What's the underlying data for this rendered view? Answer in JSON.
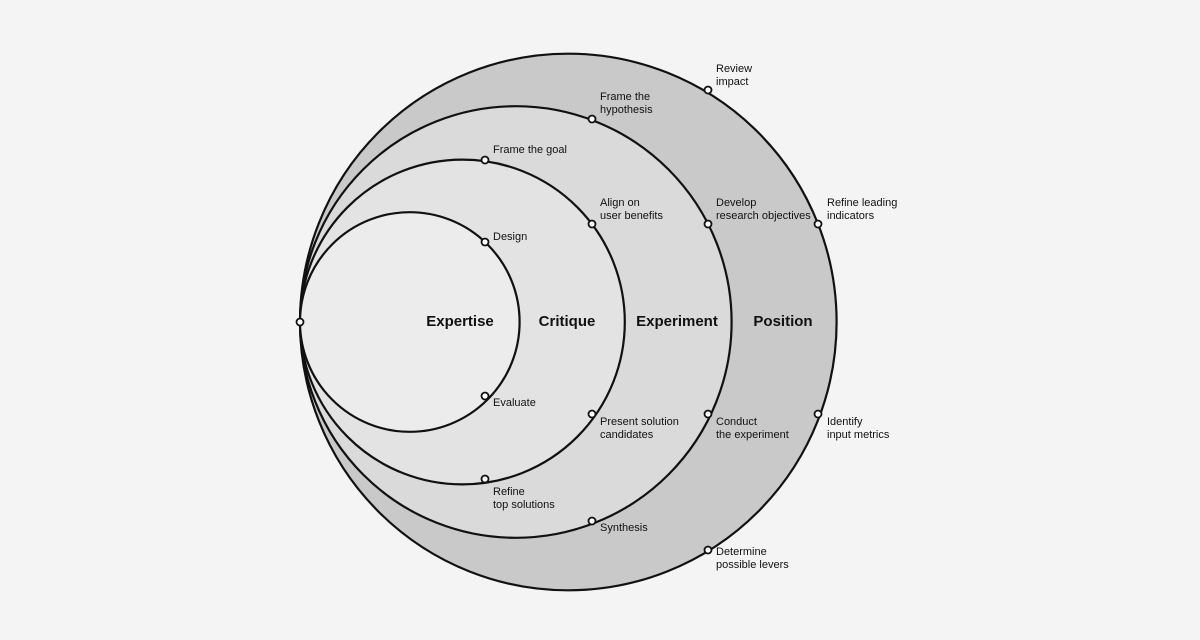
{
  "colors": {
    "background": "#f4f4f4",
    "position_fill": "#c9c9c9",
    "experiment_fill": "#dadada",
    "critique_fill": "#e3e3e3",
    "expertise_fill": "#ececec",
    "stroke": "#111111"
  },
  "rings": {
    "expertise": "Expertise",
    "critique": "Critique",
    "experiment": "Experiment",
    "position": "Position"
  },
  "steps": {
    "review_impact": [
      "Review",
      "impact"
    ],
    "frame_hypothesis": [
      "Frame the",
      "hypothesis"
    ],
    "frame_goal": [
      "Frame the goal"
    ],
    "design": [
      "Design"
    ],
    "align": [
      "Align on",
      "user benefits"
    ],
    "develop": [
      "Develop",
      "research objectives"
    ],
    "refine_leading": [
      "Refine leading",
      "indicators"
    ],
    "evaluate": [
      "Evaluate"
    ],
    "present": [
      "Present solution",
      "candidates"
    ],
    "conduct": [
      "Conduct",
      "the experiment"
    ],
    "identify": [
      "Identify",
      "input metrics"
    ],
    "refine_top": [
      "Refine",
      "top solutions"
    ],
    "synthesis": [
      "Synthesis"
    ],
    "determine": [
      "Determine",
      "possible levers"
    ]
  }
}
